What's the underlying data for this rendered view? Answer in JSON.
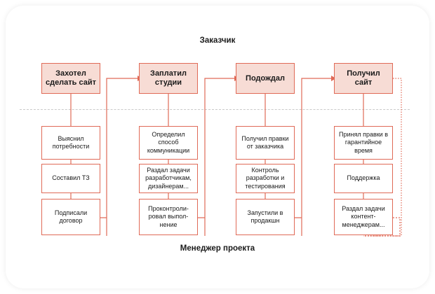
{
  "diagram": {
    "top_label": "Заказчик",
    "bottom_label": "Менеджер проекта",
    "accent_color": "#e06a57",
    "fill_color": "#f7dcd5",
    "columns": [
      {
        "main": "Захотел сделать сайт",
        "tasks": [
          "Выяснил потребности",
          "Составил ТЗ",
          "Подписали договор"
        ]
      },
      {
        "main": "Заплатил студии",
        "tasks": [
          "Определил способ коммуникации",
          "Раздал задачи разработчикам, дизайнерам...",
          "Проконтроли-ровал выпол-нение"
        ]
      },
      {
        "main": "Подождал",
        "tasks": [
          "Получил правки от заказчика",
          "Контроль разработки и тестирования",
          "Запустили в продакшн"
        ]
      },
      {
        "main": "Получил сайт",
        "tasks": [
          "Принял правки в гарантийное время",
          "Поддержка",
          "Раздал задачи контент-менеджерам..."
        ]
      }
    ]
  }
}
